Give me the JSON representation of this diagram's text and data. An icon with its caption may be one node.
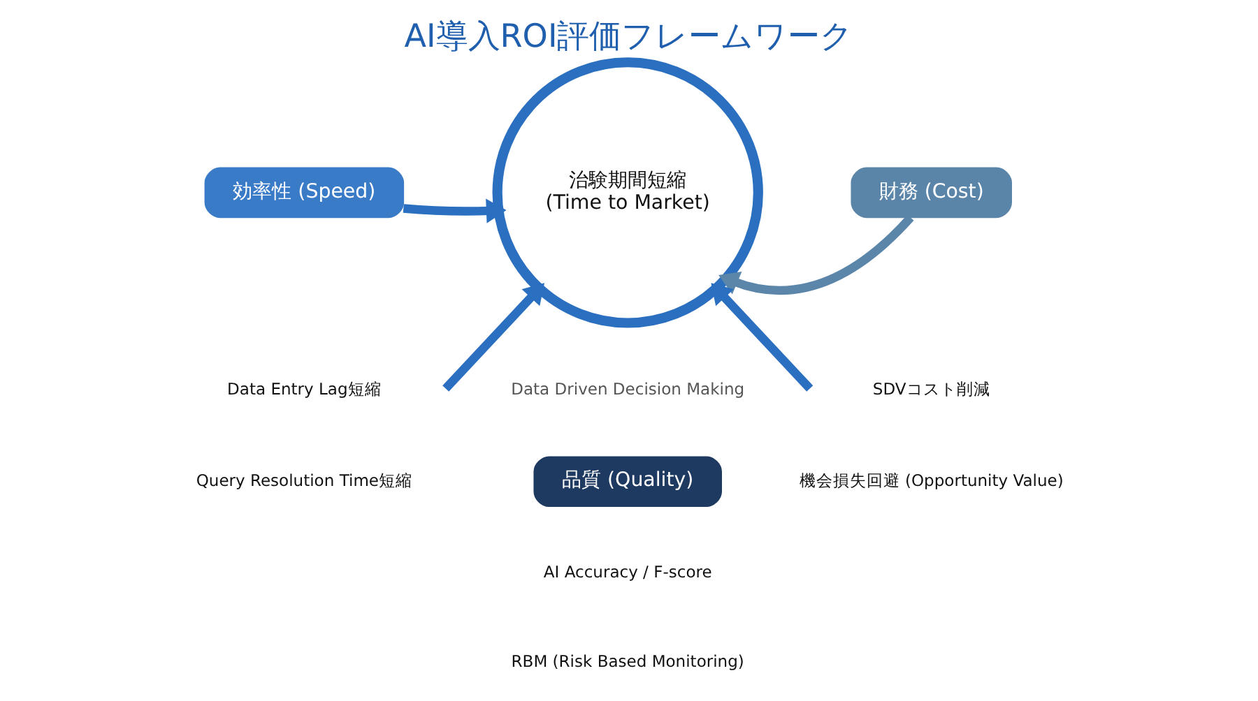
{
  "diagram": {
    "title": "AI導入ROI評価フレームワーク",
    "nodes": [
      {
        "text": [
          "治験期間短縮",
          "(Time to Market)"
        ]
      },
      {
        "text": [
          "効率性 (Speed)"
        ]
      },
      {
        "text": [
          "財務 (Cost)"
        ]
      },
      {
        "text": [
          "品質 (Quality)"
        ]
      }
    ],
    "edges": [
      {
        "from": 1,
        "to": 0,
        "arrow": "to"
      },
      {
        "from": 2,
        "to": 0,
        "arrow": "to",
        "color": "#5b86aa"
      },
      {
        "from": null,
        "to": 0,
        "arrow": "to"
      },
      {
        "from": null,
        "to": 0,
        "arrow": "to"
      }
    ],
    "labels": [
      "Data Entry Lag短縮",
      "Query Resolution Time短縮",
      "SDVコスト削減",
      "機会損失回避 (Opportunity Value)",
      "Data Driven Decision Making",
      "AI Accuracy / F-score",
      "RBM (Risk Based Monitoring)"
    ]
  }
}
